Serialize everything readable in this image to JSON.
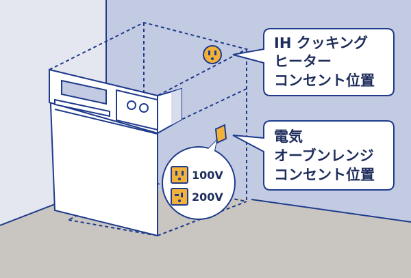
{
  "callouts": {
    "ih_heater": {
      "lines": [
        "IH クッキング",
        "ヒーター",
        "コンセント位置"
      ]
    },
    "oven_range": {
      "lines": [
        "電気",
        "オーブンレンジ",
        "コンセント位置"
      ]
    }
  },
  "outlets": {
    "v100": {
      "label": "100V"
    },
    "v200": {
      "label": "200V"
    }
  },
  "colors": {
    "wall_back": "#c3cbe3",
    "wall_side": "#e4e7ef",
    "floor": "#c9c6c2",
    "outline": "#1e3a8a",
    "outlet_fill": "#f2b23a",
    "text": "#1e2d5c"
  },
  "icons": {
    "ih_outlet": "round-outlet-icon",
    "oven_outlet": "rectangular-outlet-icon",
    "stove_knobs": "knob-icon"
  }
}
